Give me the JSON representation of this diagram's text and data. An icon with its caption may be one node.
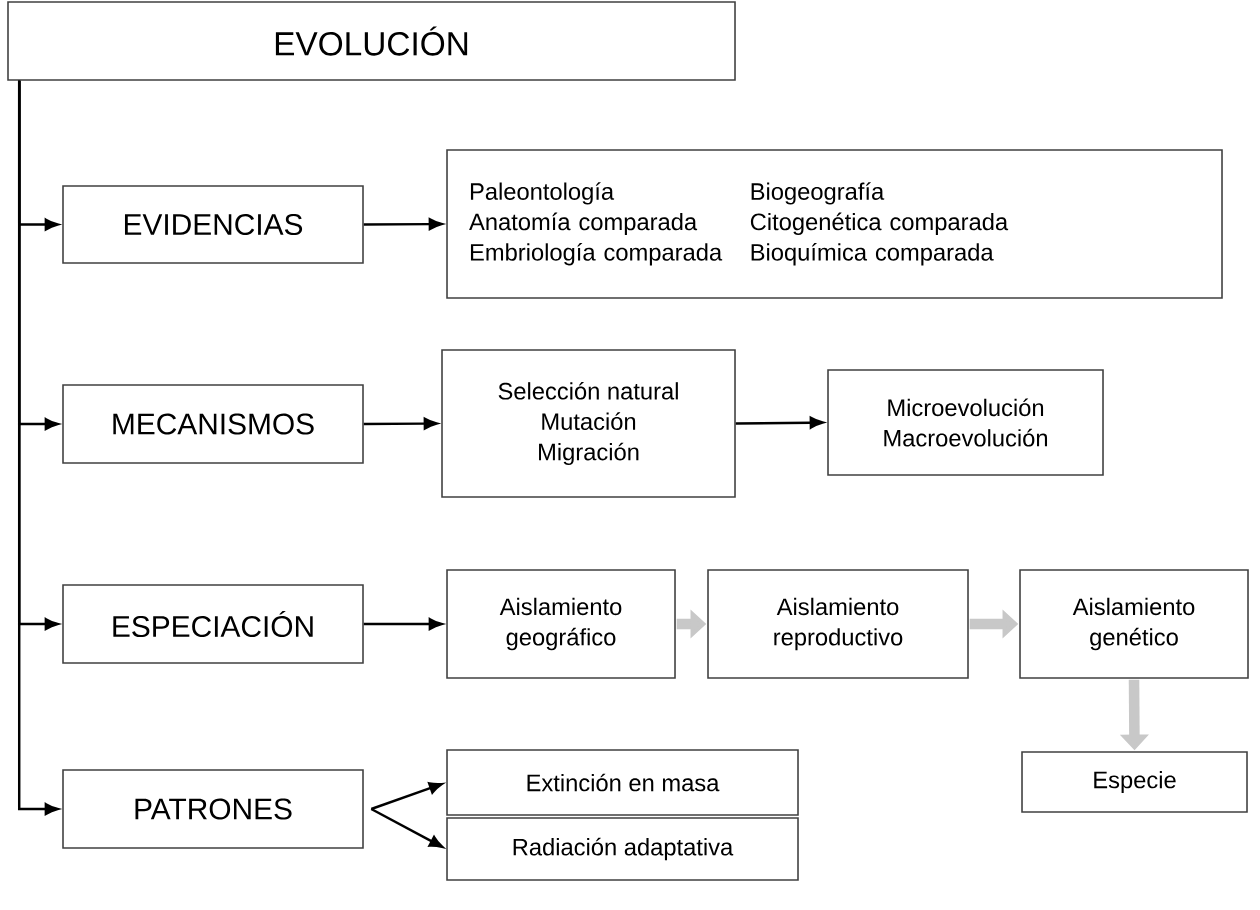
{
  "diagram": {
    "nodes": [
      {
        "text": [
          "EVOLUCIÓN"
        ]
      },
      {
        "text": [
          "EVIDENCIAS"
        ]
      },
      {
        "text": [
          "Paleontología",
          "Biogeografía",
          "Anatomía comparada",
          "Citogenética comparada",
          "Embriología comparada",
          "Bioquímica comparada"
        ]
      },
      {
        "text": [
          "MECANISMOS"
        ]
      },
      {
        "text": [
          "Selección natural",
          "Mutación",
          "Migración"
        ]
      },
      {
        "text": [
          "Microevolución",
          "Macroevolución"
        ]
      },
      {
        "text": [
          "ESPECIACIÓN"
        ]
      },
      {
        "text": [
          "Aislamiento geográfico"
        ]
      },
      {
        "text": [
          "Aislamiento reproductivo"
        ]
      },
      {
        "text": [
          "Aislamiento genético"
        ]
      },
      {
        "text": [
          "Especie"
        ]
      },
      {
        "text": [
          "PATRONES"
        ]
      },
      {
        "text": [
          "Extinción en masa"
        ]
      },
      {
        "text": [
          "Radiación adaptativa"
        ]
      }
    ],
    "edges": [
      {
        "from": 0,
        "to": 1,
        "arrow": "to"
      },
      {
        "from": 0,
        "to": 3,
        "arrow": "to"
      },
      {
        "from": 0,
        "to": 6,
        "arrow": "to"
      },
      {
        "from": 0,
        "to": 11,
        "arrow": "to"
      },
      {
        "from": 1,
        "to": 2,
        "arrow": "to"
      },
      {
        "from": 3,
        "to": 4,
        "arrow": "to"
      },
      {
        "from": 4,
        "to": 5,
        "arrow": "to"
      },
      {
        "from": 6,
        "to": 7,
        "arrow": "to"
      },
      {
        "from": 7,
        "to": 8,
        "arrow": "to",
        "style": "thick",
        "color": "#c8c8c8"
      },
      {
        "from": 8,
        "to": 9,
        "arrow": "to",
        "style": "thick",
        "color": "#c8c8c8"
      },
      {
        "from": 9,
        "to": 10,
        "arrow": "to",
        "style": "thick",
        "color": "#c8c8c8"
      },
      {
        "from": 11,
        "to": 12,
        "arrow": "to"
      },
      {
        "from": 11,
        "to": 13,
        "arrow": "to"
      }
    ]
  }
}
